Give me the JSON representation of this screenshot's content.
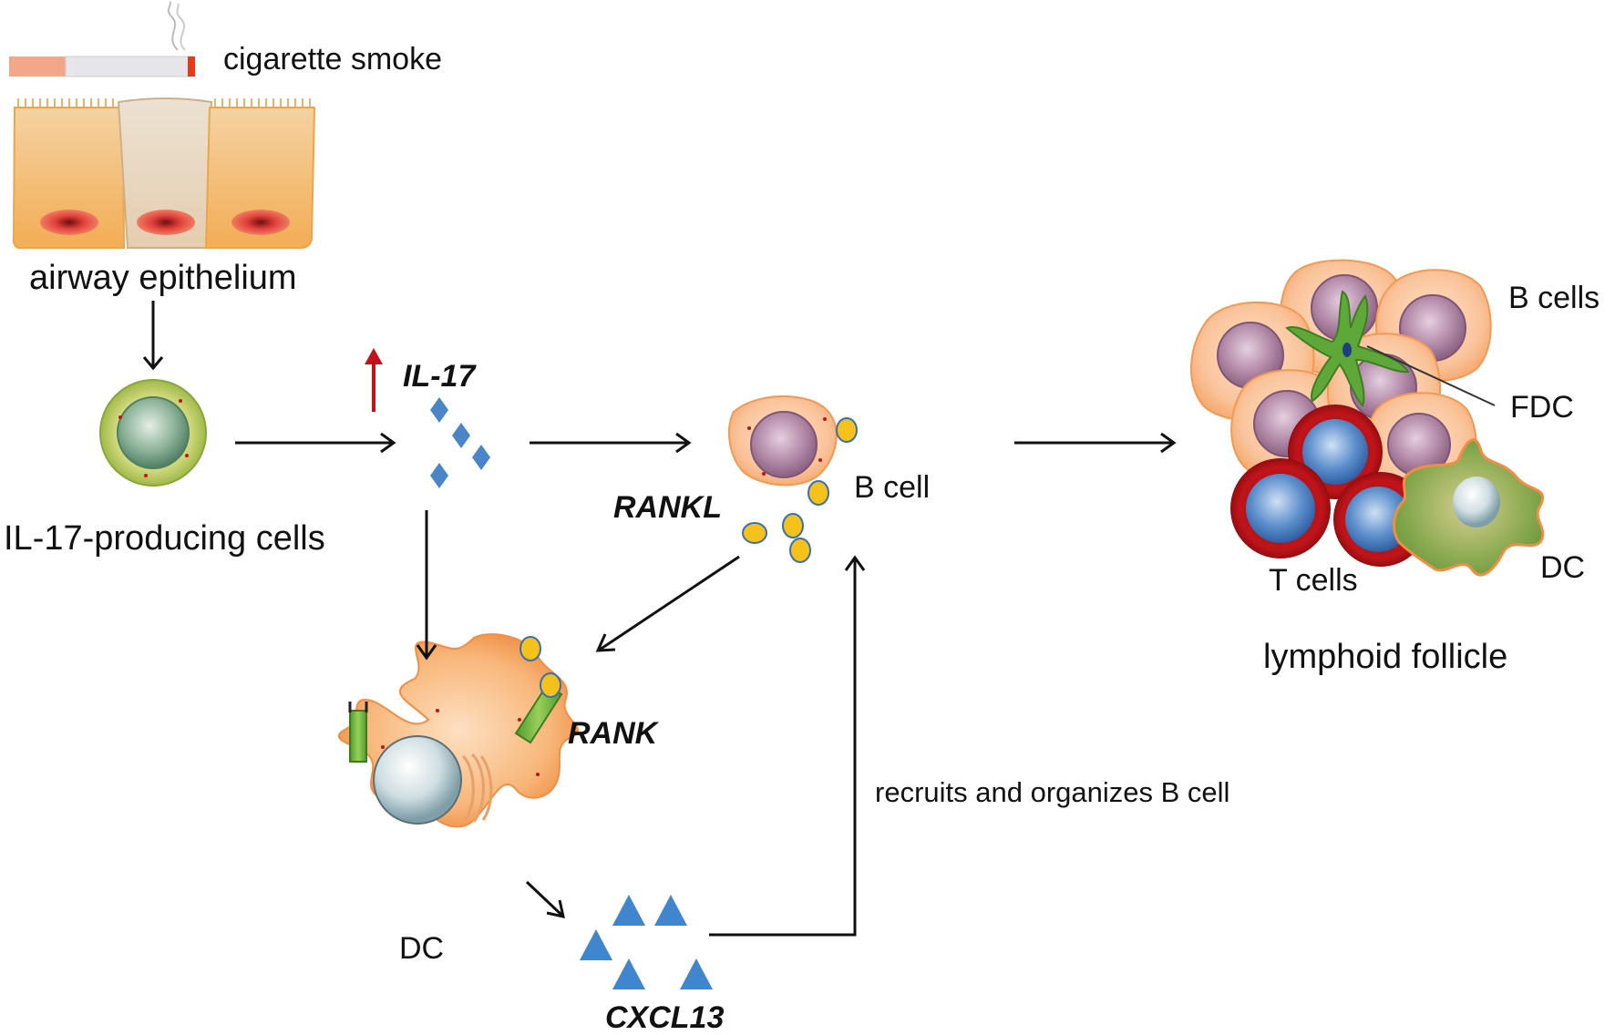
{
  "labels": {
    "cigarette_smoke": "cigarette smoke",
    "airway_epithelium": "airway epithelium",
    "il17_producing_cells": "IL-17-producing cells",
    "il17": "IL-17",
    "rankl": "RANKL",
    "b_cell": "B cell",
    "rank": "RANK",
    "dc": "DC",
    "cxcl13": "CXCL13",
    "recruits": "recruits and organizes B cell",
    "b_cells": "B cells",
    "fdc": "FDC",
    "t_cells": "T cells",
    "follicle_dc": "DC",
    "lymphoid_follicle": "lymphoid follicle"
  },
  "colors": {
    "arrow": "#111111",
    "up_arrow": "#c0141a",
    "il17_marker": "#4a86c7",
    "cxcl13_marker": "#3f86cf",
    "rankl_dot": "#f4c21b",
    "b_cell_body": "#f8b98a",
    "b_cell_nucleus": "#9c6f8f",
    "t_cell_body": "#c0141a",
    "t_cell_nucleus": "#4a82c4",
    "fdc": "#5ea83a",
    "dc_body": "#f7a25a",
    "il17_cell": "#8fbb45",
    "epithelium": "#f6b85a"
  }
}
